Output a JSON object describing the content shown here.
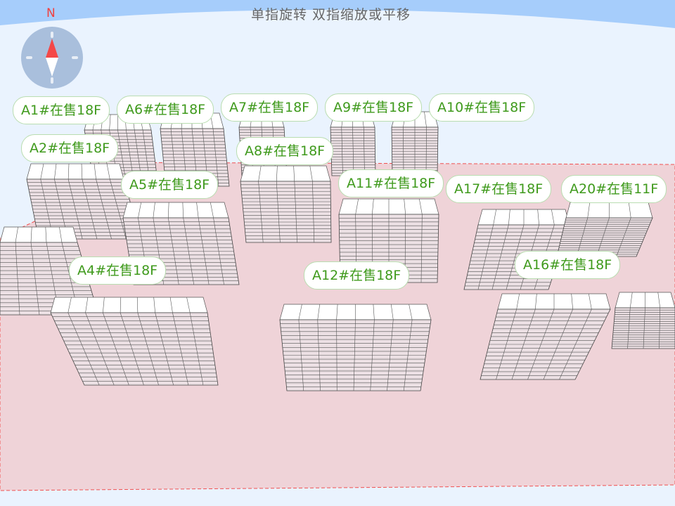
{
  "hint": "单指旋转 双指缩放或平移",
  "compass": {
    "north_label": "N"
  },
  "colors": {
    "label_text": "#3f9a1c",
    "ground": "#efd3d8",
    "boundary": "#f05050"
  },
  "labels": [
    {
      "id": "A6",
      "text": "A6#在售18F"
    },
    {
      "id": "A1",
      "text": "A1#在售18F"
    },
    {
      "id": "A7",
      "text": "A7#在售18F"
    },
    {
      "id": "A10",
      "text": "A10#在售18F"
    },
    {
      "id": "A9",
      "text": "A9#在售18F"
    },
    {
      "id": "A2",
      "text": "A2#在售18F"
    },
    {
      "id": "A8",
      "text": "A8#在售18F"
    },
    {
      "id": "A5",
      "text": "A5#在售18F"
    },
    {
      "id": "A11",
      "text": "A11#在售18F"
    },
    {
      "id": "A20",
      "text": "A20#在售11F"
    },
    {
      "id": "A17",
      "text": "A17#在售18F"
    },
    {
      "id": "A4",
      "text": "A4#在售18F"
    },
    {
      "id": "A12",
      "text": "A12#在售18F"
    },
    {
      "id": "A16",
      "text": "A16#在售18F"
    }
  ]
}
